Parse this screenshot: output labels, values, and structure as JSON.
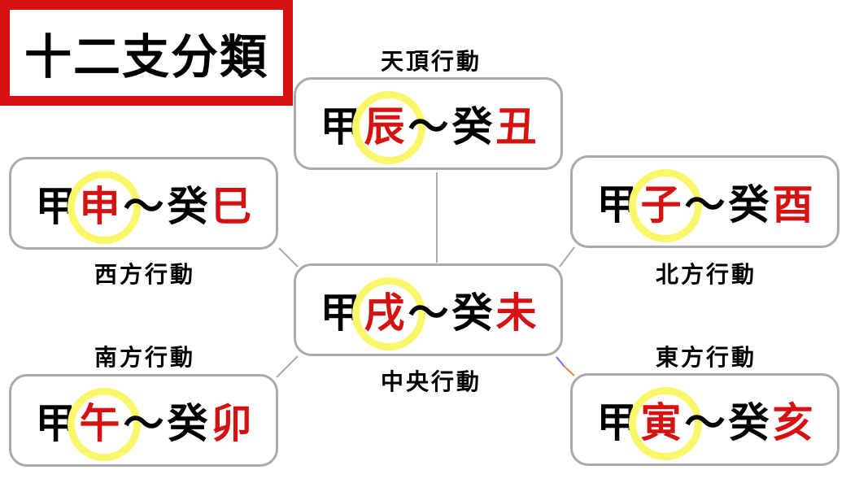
{
  "title": {
    "chars": [
      "十",
      "二",
      "支",
      "分",
      "類"
    ]
  },
  "nodes": {
    "top": {
      "label": "天頂行動",
      "c1": "甲",
      "c2": "辰",
      "tilde": "～",
      "c3": "癸",
      "c4": "丑"
    },
    "west": {
      "label": "西方行動",
      "c1": "甲",
      "c2": "申",
      "tilde": "～",
      "c3": "癸",
      "c4": "巳"
    },
    "north": {
      "label": "北方行動",
      "c1": "甲",
      "c2": "子",
      "tilde": "～",
      "c3": "癸",
      "c4": "酉"
    },
    "center": {
      "label": "中央行動",
      "c1": "甲",
      "c2": "戌",
      "tilde": "～",
      "c3": "癸",
      "c4": "未"
    },
    "south": {
      "label": "南方行動",
      "c1": "甲",
      "c2": "午",
      "tilde": "～",
      "c3": "癸",
      "c4": "卯"
    },
    "east": {
      "label": "東方行動",
      "c1": "甲",
      "c2": "寅",
      "tilde": "～",
      "c3": "癸",
      "c4": "亥"
    }
  },
  "colors": {
    "accent_red": "#d51111",
    "highlight_yellow": "#fbf76a",
    "border_gray": "#aaaaaa"
  }
}
